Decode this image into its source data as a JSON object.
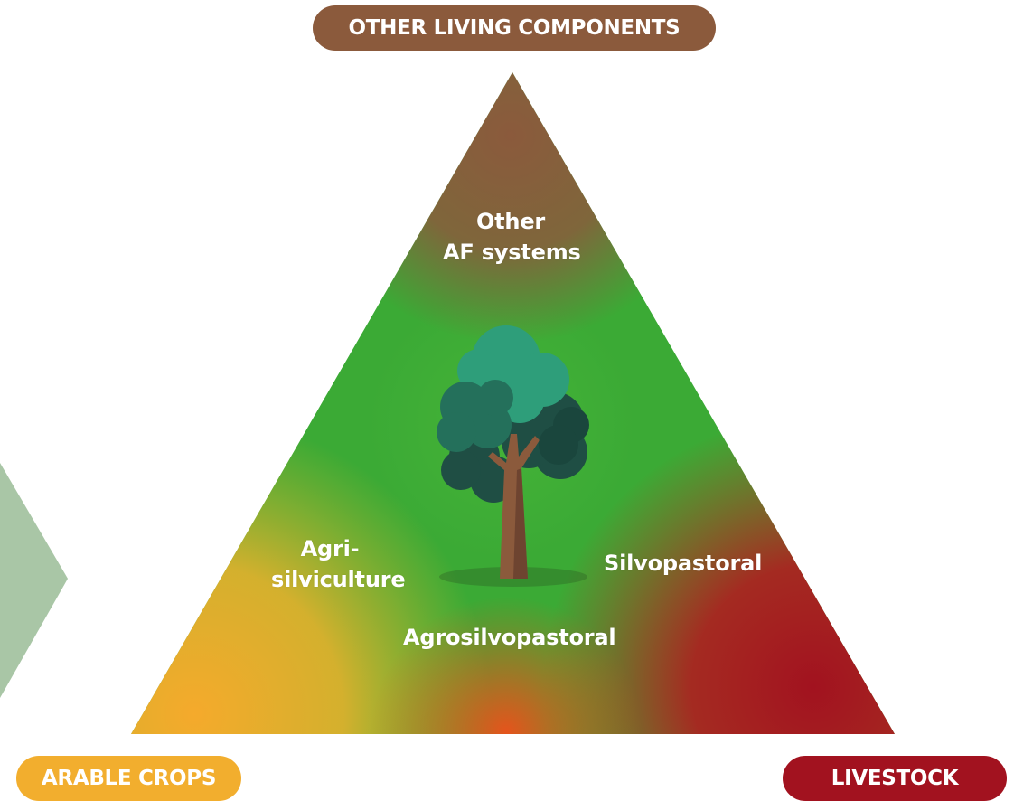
{
  "vertices": {
    "top": {
      "label": "OTHER LIVING COMPONENTS",
      "color": "#8B5A3C"
    },
    "left": {
      "label": "ARABLE CROPS",
      "color": "#F2AE2E"
    },
    "right": {
      "label": "LIVESTOCK",
      "color": "#A2121F"
    }
  },
  "systems": {
    "other": [
      "Other",
      "AF systems"
    ],
    "agrisilviculture": [
      "Agri-",
      "silviculture"
    ],
    "silvopastoral": "Silvopastoral",
    "agrosilvopastoral": "Agrosilvopastoral"
  },
  "colors": {
    "center_green": "#3BAA35",
    "side_chevron": "#A9C6A6",
    "tree_trunk": "#8B5A3C",
    "tree_canopy_light": "#2E9E7A",
    "tree_canopy_dark": "#1F4E44"
  },
  "icons": [
    "tree-icon"
  ]
}
